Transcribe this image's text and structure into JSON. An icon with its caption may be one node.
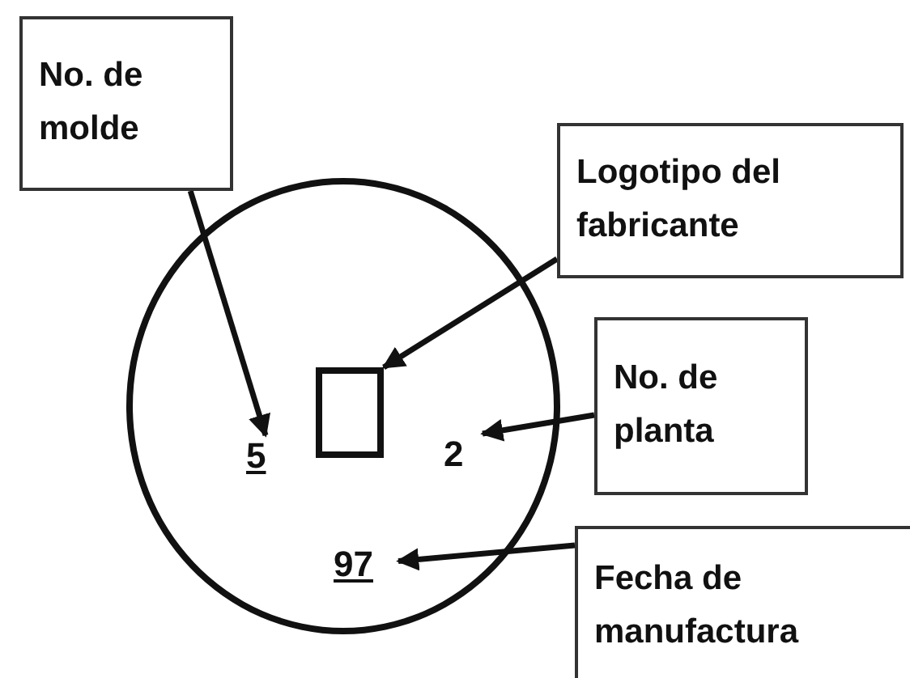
{
  "diagram": {
    "nodes": [
      {
        "text": [],
        "shape": "circle"
      },
      {
        "text": [
          "5"
        ],
        "in": 0
      },
      {
        "text": [],
        "shape": "box",
        "in": 0
      },
      {
        "text": [
          "2"
        ],
        "in": 0
      },
      {
        "text": [
          "97"
        ],
        "in": 0
      },
      {
        "text": [
          "No. de molde"
        ]
      },
      {
        "text": [
          "Logotipo del fabricante"
        ]
      },
      {
        "text": [
          "No. de planta"
        ]
      },
      {
        "text": [
          "Fecha de manufactura"
        ]
      }
    ],
    "edges": [
      {
        "from": 5,
        "to": 1,
        "arrow": "to"
      },
      {
        "from": 6,
        "to": 2,
        "arrow": "to"
      },
      {
        "from": 7,
        "to": 3,
        "arrow": "to"
      },
      {
        "from": 8,
        "to": 4,
        "arrow": "to"
      }
    ]
  }
}
